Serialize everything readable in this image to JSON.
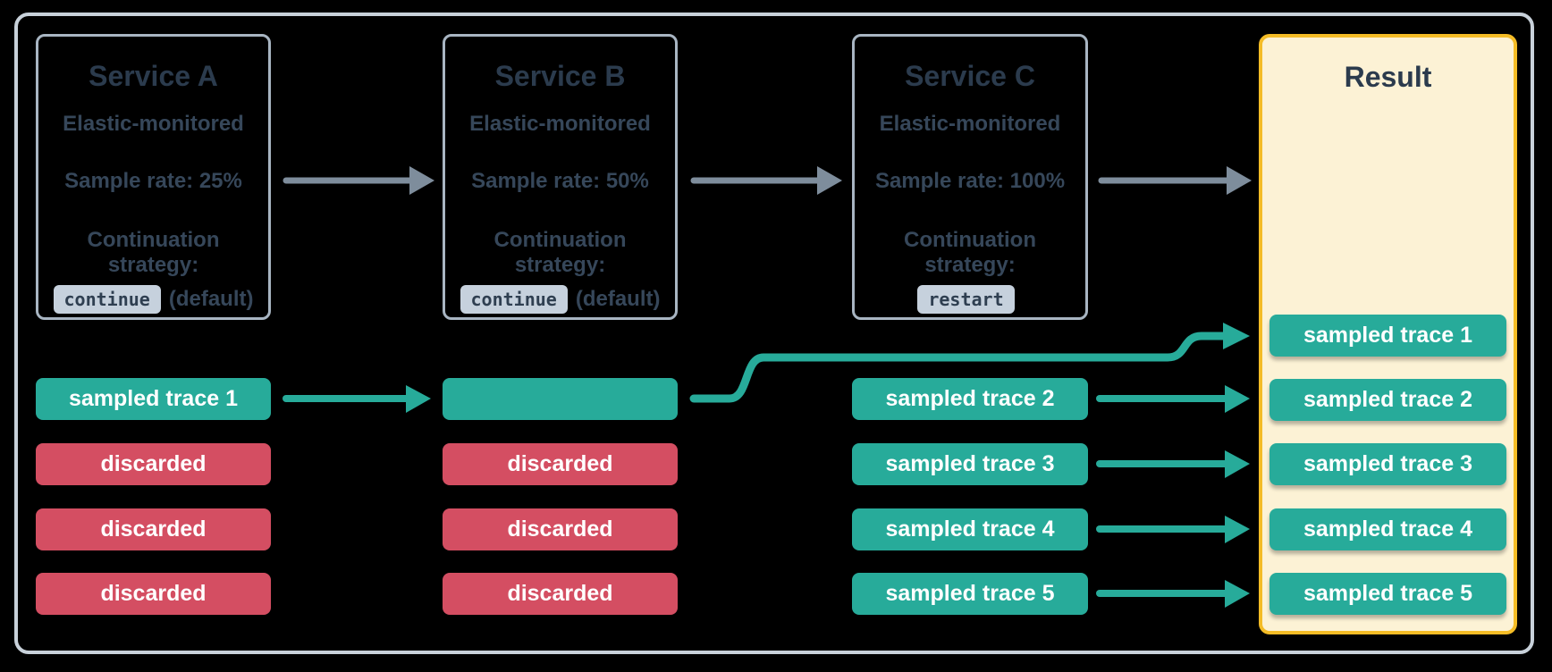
{
  "canvas": {
    "background": "#000000"
  },
  "colors": {
    "sampled_teal": "#27ab9a",
    "discarded_red": "#d44e62",
    "arrow_gray": "#7e8d9c",
    "outer_border": "#c8d1da",
    "service_box_border": "#a8b5c2",
    "title_text": "#2b3b4d",
    "body_text": "#36475a",
    "code_chip_bg": "#c6d1dd",
    "result_bg": "#fcf2d5",
    "result_border": "#f4bc26",
    "chip_text": "#ffffff"
  },
  "services": [
    {
      "title": "Service A",
      "subtitle": "Elastic-monitored",
      "sample_rate": "Sample rate: 25%",
      "strategy_label": "Continuation strategy:",
      "strategy_value": "continue",
      "strategy_note": "(default)"
    },
    {
      "title": "Service B",
      "subtitle": "Elastic-monitored",
      "sample_rate": "Sample rate: 50%",
      "strategy_label": "Continuation strategy:",
      "strategy_value": "continue",
      "strategy_note": "(default)"
    },
    {
      "title": "Service C",
      "subtitle": "Elastic-monitored",
      "sample_rate": "Sample rate: 100%",
      "strategy_label": "Continuation strategy:",
      "strategy_value": "restart",
      "strategy_note": ""
    }
  ],
  "columns": [
    {
      "service": "Service A",
      "rows": [
        {
          "label": "sampled trace 1",
          "type": "sampled"
        },
        {
          "label": "discarded",
          "type": "discarded"
        },
        {
          "label": "discarded",
          "type": "discarded"
        },
        {
          "label": "discarded",
          "type": "discarded"
        }
      ]
    },
    {
      "service": "Service B",
      "rows": [
        {
          "label": "",
          "type": "sampled"
        },
        {
          "label": "discarded",
          "type": "discarded"
        },
        {
          "label": "discarded",
          "type": "discarded"
        },
        {
          "label": "discarded",
          "type": "discarded"
        }
      ]
    },
    {
      "service": "Service C",
      "rows": [
        {
          "label": "sampled trace 2",
          "type": "sampled"
        },
        {
          "label": "sampled trace 3",
          "type": "sampled"
        },
        {
          "label": "sampled trace 4",
          "type": "sampled"
        },
        {
          "label": "sampled trace 5",
          "type": "sampled"
        }
      ]
    }
  ],
  "result": {
    "title": "Result",
    "rows": [
      "sampled trace 1",
      "sampled trace 2",
      "sampled trace 3",
      "sampled trace 4",
      "sampled trace 5"
    ]
  }
}
